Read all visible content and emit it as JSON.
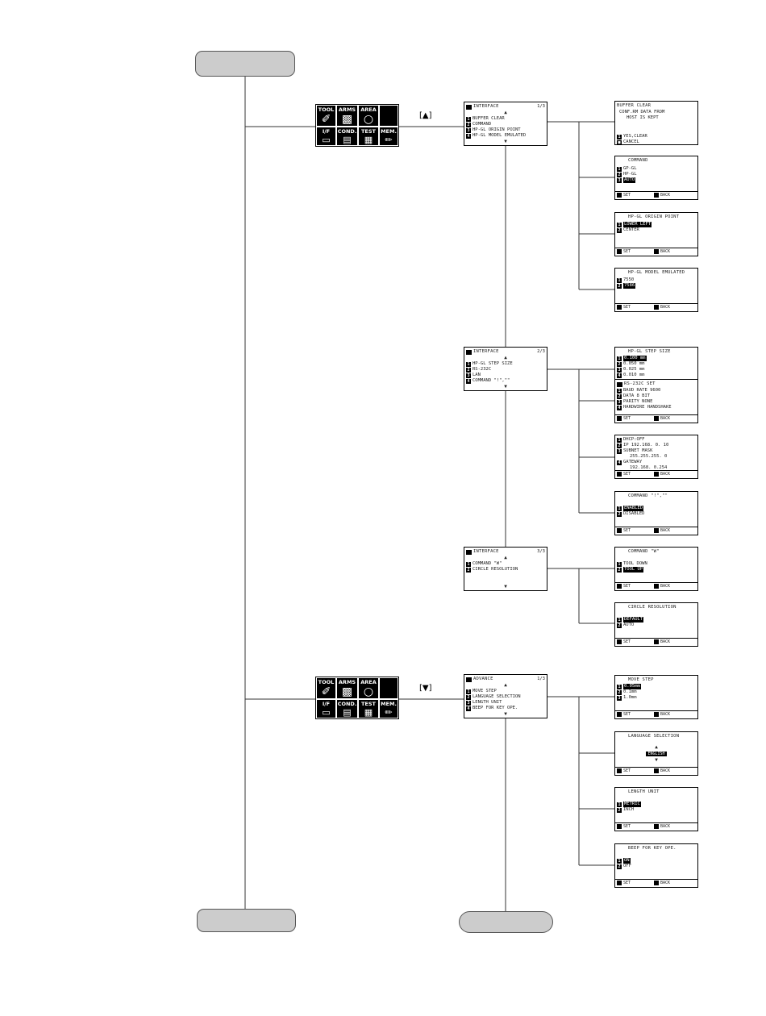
{
  "keys": {
    "up": "[▲]",
    "down": "[▼]"
  },
  "menu_tiles": {
    "top": [
      "TOOL",
      "ARMS",
      "AREA"
    ],
    "bottom": [
      "I/F",
      "COND.",
      "TEST",
      "MEM."
    ]
  },
  "footer": {
    "set": "SET",
    "back": "BACK"
  },
  "interface_pages": [
    {
      "title": "INTERFACE",
      "page": "1/3",
      "items": [
        "BUFFER CLEAR",
        "COMMAND",
        "HP-GL ORIGIN POINT",
        "HP-GL MODEL EMULATED"
      ]
    },
    {
      "title": "INTERFACE",
      "page": "2/3",
      "items": [
        "HP-GL STEP SIZE",
        "RS-232C",
        "LAN",
        "COMMAND \"!\",\"\""
      ]
    },
    {
      "title": "INTERFACE",
      "page": "3/3",
      "items": [
        "COMMAND \"W\"",
        "CIRCLE RESOLUTION"
      ]
    }
  ],
  "advance_page": {
    "title": "ADVANCE",
    "page": "1/3",
    "items": [
      "MOVE STEP",
      "LANGUAGE SELECTION",
      "LENGTH UNIT",
      "BEEP FOR KEY OPE."
    ]
  },
  "sub_screens": {
    "buffer_clear": {
      "title": "BUFFER CLEAR",
      "message": [
        "CONF.RM DATA FROM",
        "HOST IS KEPT"
      ],
      "items": [
        "YES,CLEAR",
        "CANCEL"
      ]
    },
    "command": {
      "title": "COMMAND",
      "items": [
        "GP-GL",
        "HP-GL",
        "AUTO"
      ],
      "selected": 2
    },
    "origin": {
      "title": "HP-GL ORIGIN POINT",
      "items": [
        "LOWER LEFT",
        "CENTER"
      ],
      "selected": 0
    },
    "model": {
      "title": "HP-GL MODEL EMULATED",
      "items": [
        "7550",
        "7586"
      ],
      "selected": 1
    },
    "step_size": {
      "title": "HP-GL STEP SIZE",
      "items": [
        "0.100 mm",
        "0.050 mm",
        "0.025 mm",
        "0.010 mm"
      ],
      "selected": 0
    },
    "rs232c": {
      "title": "RS-232C SET",
      "items": [
        "BAUD RATE 9600",
        "DATA 8 BIT",
        "PARITY NONE",
        "HARDWIRE HANDSHAKE"
      ]
    },
    "lan": {
      "items": [
        "DHCP:OFF",
        "IP 192.168. 0. 10",
        "SUBNET MASK",
        "255.255.255. 0",
        "GATEWAY",
        "192.168. 0.254"
      ]
    },
    "cmd_quote": {
      "title": "COMMAND \"!\",\"\"",
      "items": [
        "ENABLED",
        "DISABLED"
      ],
      "selected": 0
    },
    "cmd_w": {
      "title": "COMMAND \"W\"",
      "items": [
        "TOOL DOWN",
        "TOOL UP"
      ],
      "selected": 1
    },
    "circle": {
      "title": "CIRCLE RESOLUTION",
      "items": [
        "DEFAULT",
        "AUTO"
      ],
      "selected": 0
    },
    "move_step": {
      "title": "MOVE STEP",
      "items": [
        "0.05mm",
        "0.1mm",
        "1.0mm"
      ],
      "selected": 0
    },
    "language": {
      "title": "LANGUAGE SELECTION",
      "value": "ENGLISH"
    },
    "length_unit": {
      "title": "LENGTH UNIT",
      "items": [
        "METRIC",
        "INCH"
      ],
      "selected": 0
    },
    "beep": {
      "title": "BEEP FOR KEY OPE.",
      "items": [
        "ON",
        "OFF"
      ],
      "selected": 0
    }
  }
}
